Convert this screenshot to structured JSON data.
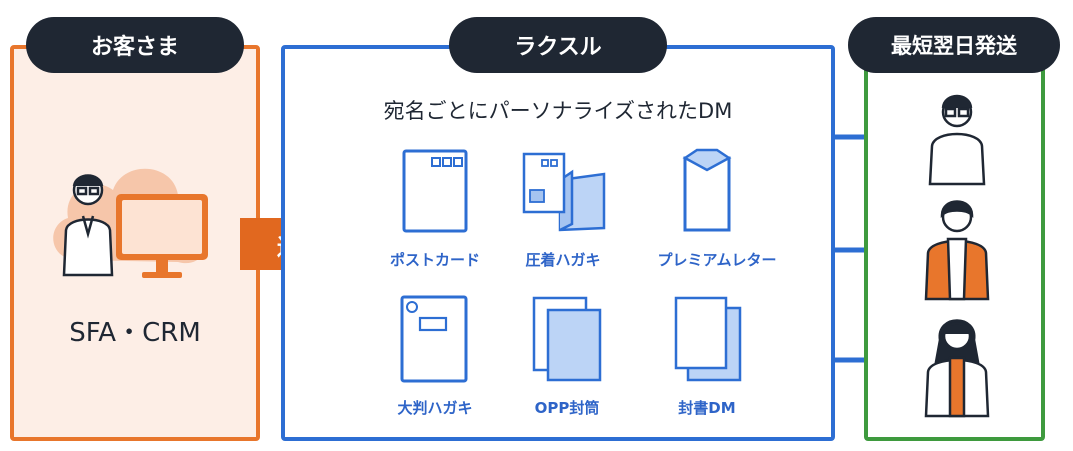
{
  "customer": {
    "title": "お客さま",
    "system_label": "SFA・CRM",
    "panel_color": "#e8762c",
    "panel_fill": "#fdeee6"
  },
  "link": {
    "label": "連携",
    "color": "#e1681f"
  },
  "raksul": {
    "title": "ラクスル",
    "heading": "宛名ごとにパーソナライズされたDM",
    "panel_color": "#2d6ed3",
    "products": [
      {
        "label": "ポストカード",
        "icon": "postcard-icon"
      },
      {
        "label": "圧着ハガキ",
        "icon": "pressure-sealed-postcard-icon"
      },
      {
        "label": "プレミアムレター",
        "icon": "premium-letter-icon"
      },
      {
        "label": "大判ハガキ",
        "icon": "large-postcard-icon"
      },
      {
        "label": "OPP封筒",
        "icon": "opp-envelope-icon"
      },
      {
        "label": "封書DM",
        "icon": "sealed-letter-icon"
      }
    ]
  },
  "shipping": {
    "title": "最短翌日発送",
    "panel_color": "#3e9a3e",
    "recipients": [
      "recipient-1",
      "recipient-2",
      "recipient-3"
    ]
  }
}
